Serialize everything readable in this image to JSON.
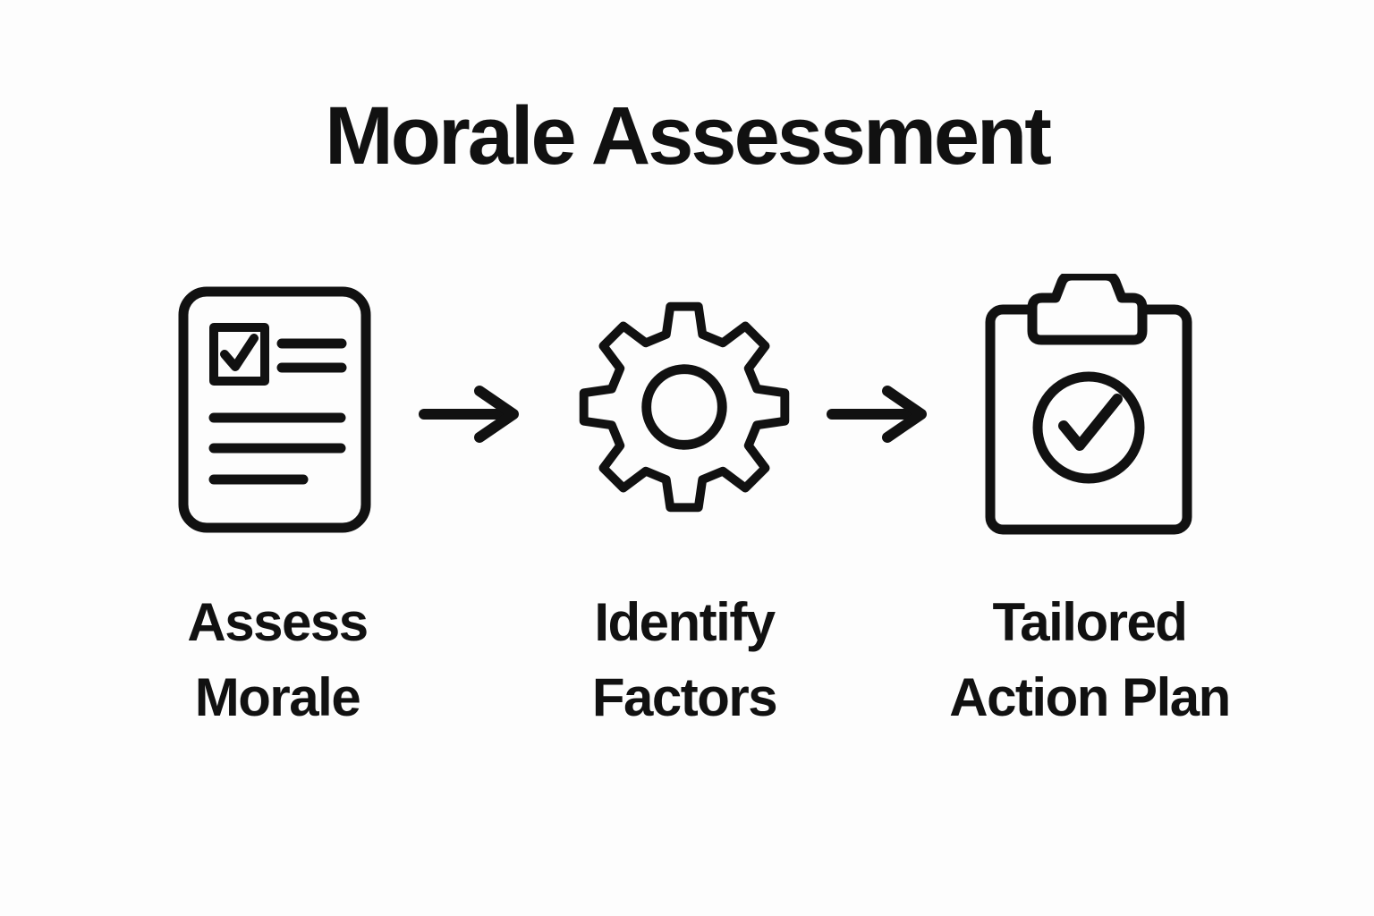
{
  "page": {
    "background_color": "#fdfdfd",
    "ink_color": "#111111"
  },
  "title": "Morale Assessment",
  "steps": [
    {
      "icon": "survey-document-icon",
      "lines": [
        "Assess",
        "Morale"
      ]
    },
    {
      "icon": "gear-icon",
      "lines": [
        "Identify",
        "Factors"
      ]
    },
    {
      "icon": "clipboard-check-icon",
      "lines": [
        "Tailored",
        "Action Plan"
      ]
    }
  ],
  "connectors": [
    {
      "icon": "arrow-right-icon"
    },
    {
      "icon": "arrow-right-icon"
    }
  ]
}
